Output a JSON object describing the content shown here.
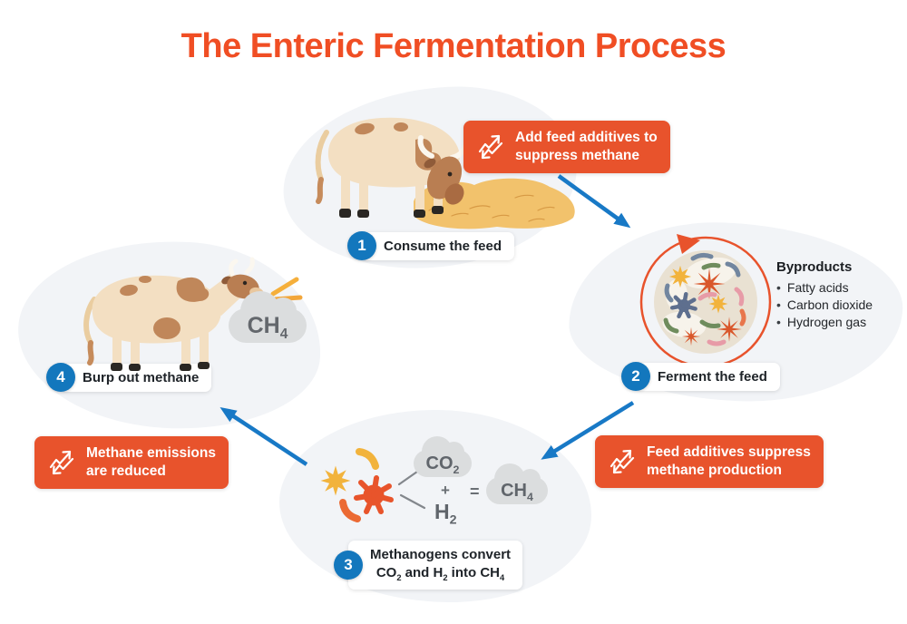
{
  "title": "The Enteric Fermentation Process",
  "steps": {
    "one": {
      "num": "1",
      "label": "Consume the feed"
    },
    "two": {
      "num": "2",
      "label": "Ferment the feed"
    },
    "three": {
      "num": "3",
      "line1": "Methanogens convert",
      "line2": {
        "t1": "CO",
        "s1": "2",
        "t2": " and H",
        "s2": "2",
        "t3": " into CH",
        "s3": "4"
      }
    },
    "four": {
      "num": "4",
      "label": "Burp out methane"
    }
  },
  "callouts": {
    "add_additives": {
      "line1": "Add feed additives to",
      "line2": "suppress methane"
    },
    "suppress_production": {
      "line1": "Feed additives suppress",
      "line2": "methane production"
    },
    "emissions_reduced": {
      "line1": "Methane emissions",
      "line2": "are reduced"
    }
  },
  "byproducts": {
    "heading": "Byproducts",
    "bullet": "•",
    "items": [
      "Fatty acids",
      "Carbon dioxide",
      "Hydrogen gas"
    ]
  },
  "formula": {
    "co2": {
      "base": "CO",
      "sub": "2"
    },
    "plus": "+",
    "h2": {
      "base": "H",
      "sub": "2"
    },
    "equals": "=",
    "ch4": {
      "base": "CH",
      "sub": "4"
    }
  },
  "burp_cloud": {
    "base": "CH",
    "sub": "4"
  },
  "icons": {
    "callout_icon": "trend-chart-icon"
  },
  "colors": {
    "title_orange": "#F04E24",
    "accent_orange": "#E8532C",
    "step_blue": "#1377BD",
    "arrow_blue": "#1879C6",
    "blob_gray": "#F2F4F7",
    "cloud_gray": "#DBDDDE",
    "cow_body": "#F3DFC2",
    "cow_patch": "#C0875A",
    "hay": "#F2C26C"
  }
}
